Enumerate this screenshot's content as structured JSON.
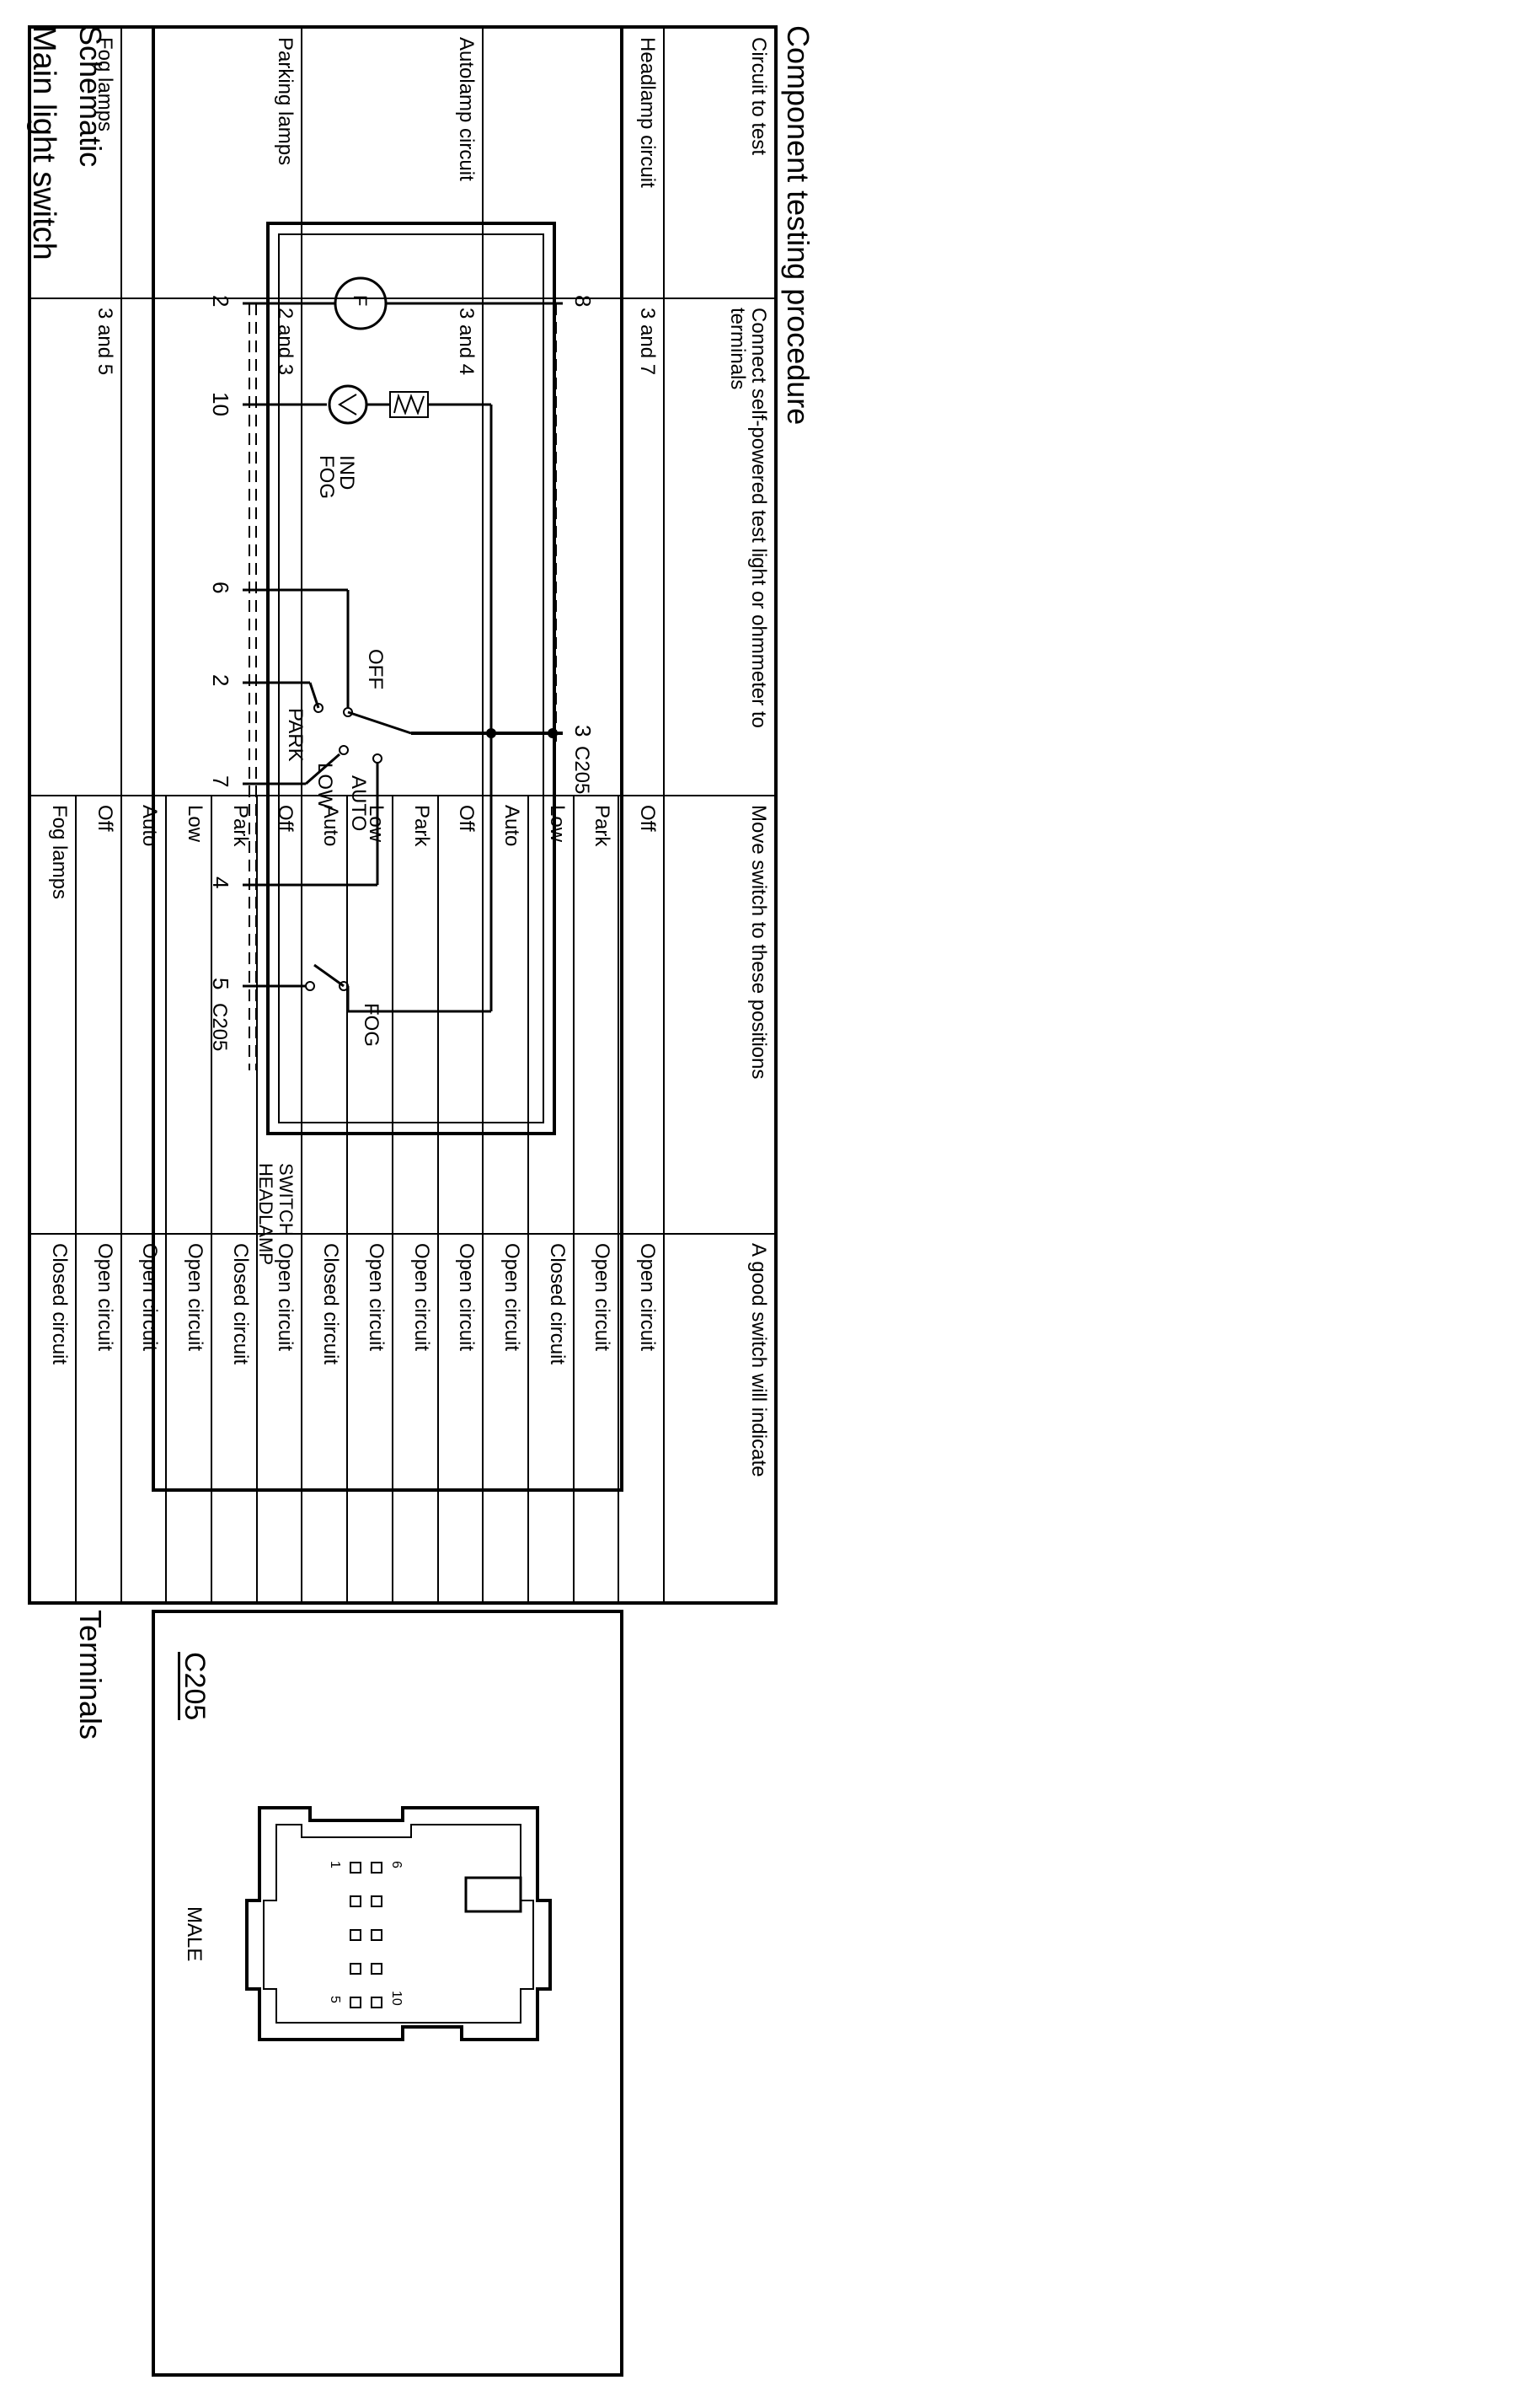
{
  "page": {
    "title": "Main light switch",
    "schematic_heading": "Schematic",
    "terminals_heading": "Terminals",
    "procedure_heading": "Component testing procedure"
  },
  "schematic": {
    "component_label_line1": "HEADLAMP",
    "component_label_line2": "SWITCH",
    "connector_top": "C205",
    "connector_bottom": "C205",
    "pins_top": [
      "2",
      "10",
      "6",
      "2",
      "7",
      "4",
      "5"
    ],
    "pins_bottom": [
      "8",
      "3"
    ],
    "labels": {
      "fog_ind_line1": "FOG",
      "fog_ind_line2": "IND",
      "off": "OFF",
      "park": "PARK",
      "low": "LOW",
      "auto": "AUTO",
      "fog": "FOG",
      "fuse_symbol": "F"
    }
  },
  "terminals": {
    "connector_name": "C205",
    "gender": "MALE",
    "pin_labels": [
      "1",
      "6",
      "5",
      "10"
    ]
  },
  "procedure_table": {
    "headers": [
      "Circuit to test",
      "Connect self-powered test light or ohmmeter to terminals",
      "Move switch to these positions",
      "A good switch will indicate"
    ],
    "groups": [
      {
        "circuit": "Headlamp circuit",
        "terminals": "3 and 7",
        "rows": [
          {
            "position": "Off",
            "result": "Open circuit"
          },
          {
            "position": "Park",
            "result": "Open circuit"
          },
          {
            "position": "Low",
            "result": "Closed circuit"
          },
          {
            "position": "Auto",
            "result": "Open circuit"
          }
        ]
      },
      {
        "circuit": "Autolamp circuit",
        "terminals": "3 and 4",
        "rows": [
          {
            "position": "Off",
            "result": "Open circuit"
          },
          {
            "position": "Park",
            "result": "Open circuit"
          },
          {
            "position": "Low",
            "result": "Open circuit"
          },
          {
            "position": "Auto",
            "result": "Closed circuit"
          }
        ]
      },
      {
        "circuit": "Parking lamps",
        "terminals": "2 and 3",
        "rows": [
          {
            "position": "Off",
            "result": "Open circuit"
          },
          {
            "position": "Park",
            "result": "Closed circuit"
          },
          {
            "position": "Low",
            "result": "Open circuit"
          },
          {
            "position": "Auto",
            "result": "Open circuit"
          }
        ]
      },
      {
        "circuit": "Fog lamps",
        "terminals": "3 and 5",
        "rows": [
          {
            "position": "Off",
            "result": "Open circuit"
          },
          {
            "position": "Fog lamps",
            "result": "Closed circuit"
          }
        ]
      }
    ]
  }
}
